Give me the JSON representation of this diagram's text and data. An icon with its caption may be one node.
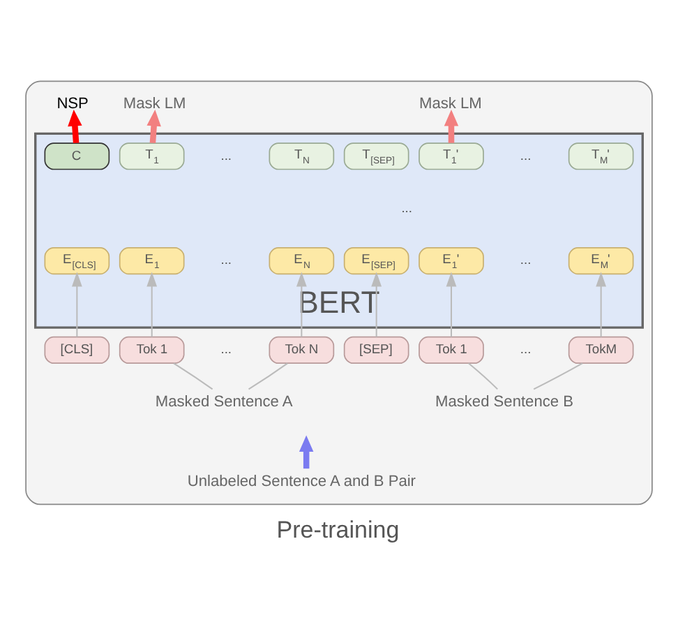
{
  "diagram": {
    "caption": "Pre-training",
    "nodes": [
      {
        "text": [],
        "shape": "box"
      },
      {
        "text": [
          "BERT"
        ],
        "in": 0
      },
      {
        "text": [
          "C"
        ],
        "in": 1
      },
      {
        "text": [
          "T$_{1}$"
        ],
        "in": 1
      },
      {
        "text": [
          "T$_{N}$"
        ],
        "in": 1
      },
      {
        "text": [
          "T$_{[SEP]}$"
        ],
        "in": 1
      },
      {
        "text": [
          "T$_{1}$'"
        ],
        "in": 1
      },
      {
        "text": [
          "T$_{M}$'"
        ],
        "in": 1
      },
      {
        "text": [
          "E$_{[CLS]}$"
        ],
        "in": 1
      },
      {
        "text": [
          "E$_{1}$"
        ],
        "in": 1
      },
      {
        "text": [
          "E$_{N}$"
        ],
        "in": 1
      },
      {
        "text": [
          "E$_{[SEP]}$"
        ],
        "in": 1
      },
      {
        "text": [
          "E$_{1}$'"
        ],
        "in": 1
      },
      {
        "text": [
          "E$_{M}$'"
        ],
        "in": 1
      },
      {
        "text": [
          "[CLS]"
        ],
        "in": 0
      },
      {
        "text": [
          "Tok 1"
        ],
        "in": 0
      },
      {
        "text": [
          "Tok N"
        ],
        "in": 0
      },
      {
        "text": [
          "[SEP]"
        ],
        "in": 0
      },
      {
        "text": [
          "Tok 1"
        ],
        "in": 0
      },
      {
        "text": [
          "TokM"
        ],
        "in": 0
      },
      {
        "text": [
          "Masked Sentence A"
        ],
        "in": 0
      },
      {
        "text": [
          "Masked Sentence B"
        ],
        "in": 0
      },
      {
        "text": [
          "Unlabeled Sentence A and B Pair"
        ],
        "in": 0
      },
      {
        "text": [
          "NSP"
        ],
        "in": 0
      },
      {
        "text": [
          "Mask LM"
        ],
        "in": 0
      },
      {
        "text": [
          "Mask LM"
        ],
        "in": 0
      }
    ],
    "edges": [
      {
        "from": 2,
        "to": 23,
        "arrow": "to",
        "style": "thick",
        "color": "#ff0000"
      },
      {
        "from": 3,
        "to": 24,
        "arrow": "to",
        "style": "thick",
        "color": "#f28080"
      },
      {
        "from": 6,
        "to": 25,
        "arrow": "to",
        "style": "thick",
        "color": "#f28080"
      },
      {
        "from": 14,
        "to": 8,
        "arrow": "to"
      },
      {
        "from": 15,
        "to": 9,
        "arrow": "to"
      },
      {
        "from": 16,
        "to": 10,
        "arrow": "to"
      },
      {
        "from": 17,
        "to": 11,
        "arrow": "to"
      },
      {
        "from": 18,
        "to": 12,
        "arrow": "to"
      },
      {
        "from": 19,
        "to": 13,
        "arrow": "to"
      },
      {
        "from": 15,
        "to": 20,
        "arrow": "none"
      },
      {
        "from": 16,
        "to": 20,
        "arrow": "none"
      },
      {
        "from": 18,
        "to": 21,
        "arrow": "none"
      },
      {
        "from": 19,
        "to": 21,
        "arrow": "none"
      },
      {
        "from": 22,
        "to": null,
        "arrow": "to",
        "style": "thick",
        "color": "#7b7bf0"
      }
    ],
    "labels": [
      "...",
      "...",
      "...",
      "...",
      "...",
      "...",
      "..."
    ]
  }
}
